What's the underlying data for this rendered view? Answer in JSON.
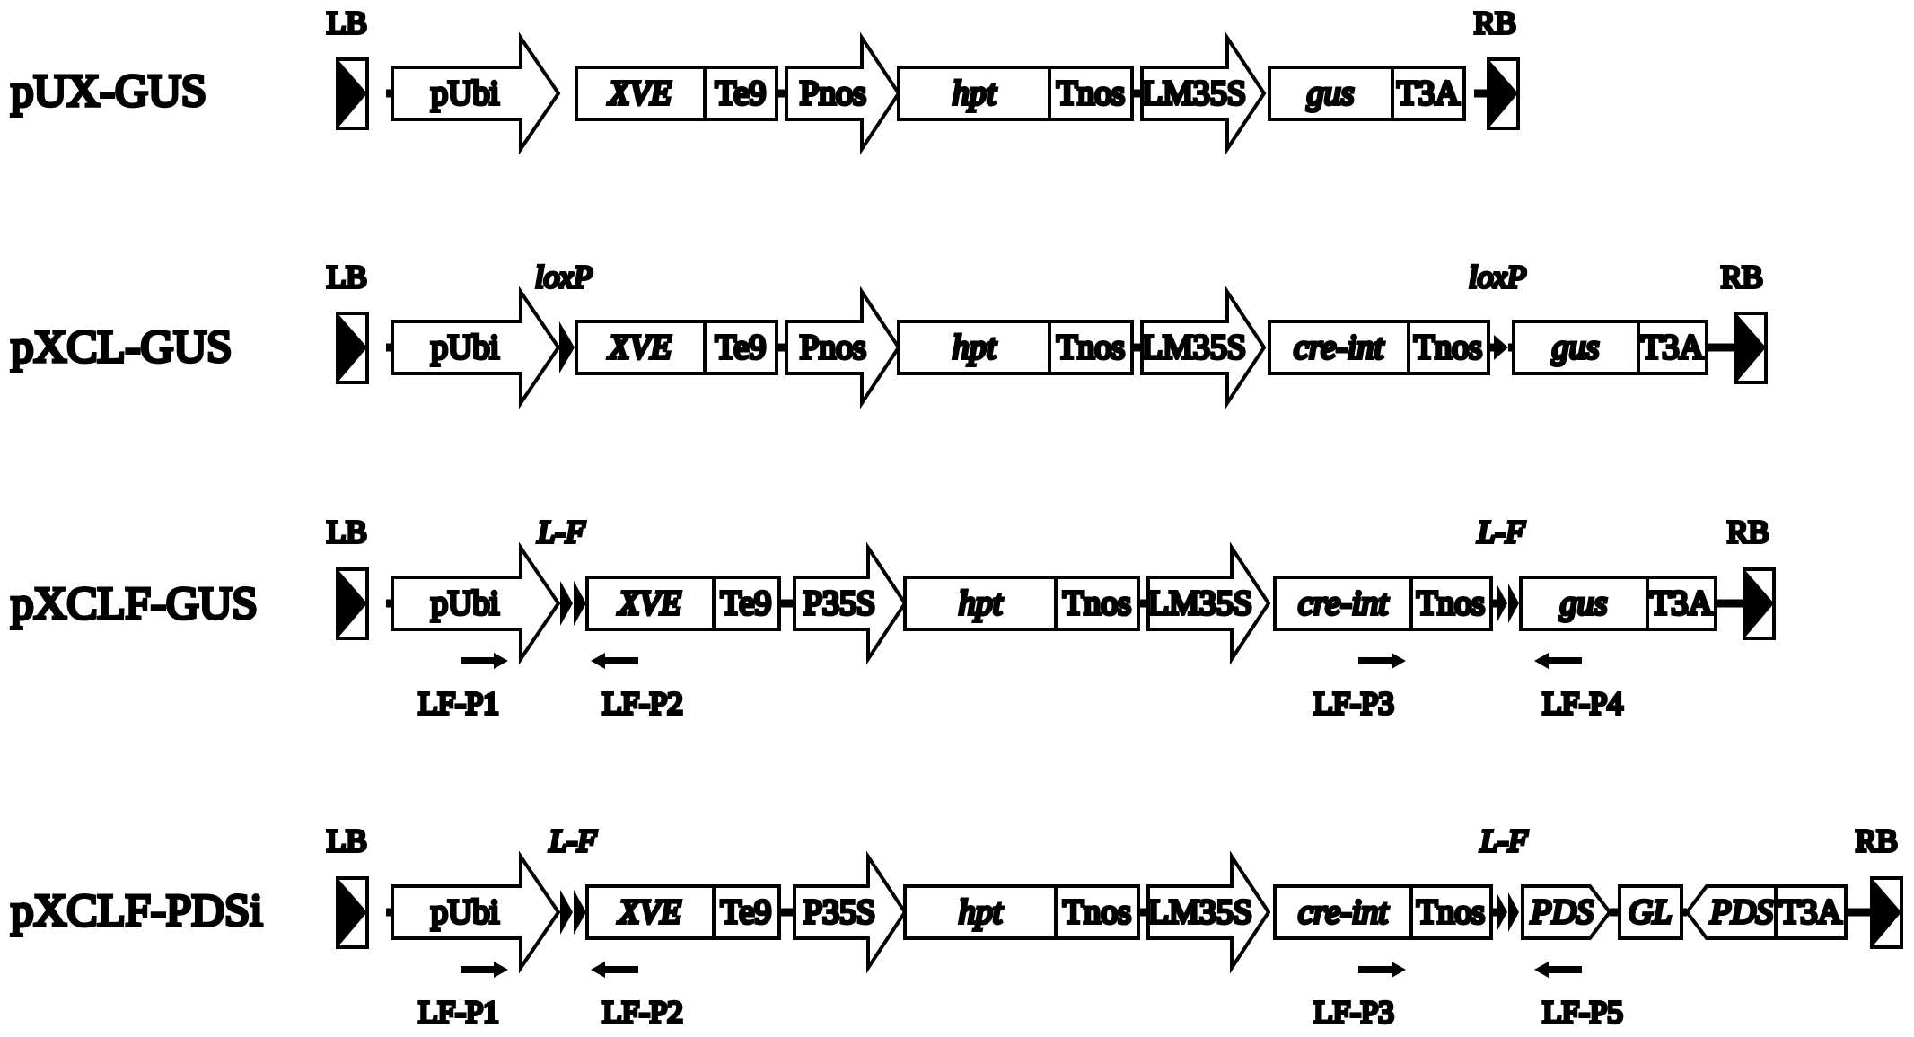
{
  "colors": {
    "ink": "#000000",
    "background": "#ffffff"
  },
  "constructs": [
    {
      "name": "pUX-GUS",
      "border_left": "LB",
      "border_right": "RB",
      "elements": [
        {
          "label": "pUbi",
          "kind": "promoter"
        },
        {
          "label": "XVE",
          "kind": "gene",
          "italic": true
        },
        {
          "label": "Te9",
          "kind": "terminator"
        },
        {
          "label": "Pnos",
          "kind": "promoter"
        },
        {
          "label": "hpt",
          "kind": "gene",
          "italic": true
        },
        {
          "label": "Tnos",
          "kind": "terminator"
        },
        {
          "label": "LM35S",
          "kind": "promoter"
        },
        {
          "label": "gus",
          "kind": "gene",
          "italic": true
        },
        {
          "label": "T3A",
          "kind": "terminator"
        }
      ],
      "site_labels": [],
      "primers": []
    },
    {
      "name": "pXCL-GUS",
      "border_left": "LB",
      "border_right": "RB",
      "elements": [
        {
          "label": "pUbi",
          "kind": "promoter"
        },
        {
          "label": "",
          "kind": "site",
          "site": "loxP"
        },
        {
          "label": "XVE",
          "kind": "gene",
          "italic": true
        },
        {
          "label": "Te9",
          "kind": "terminator"
        },
        {
          "label": "Pnos",
          "kind": "promoter"
        },
        {
          "label": "hpt",
          "kind": "gene",
          "italic": true
        },
        {
          "label": "Tnos",
          "kind": "terminator"
        },
        {
          "label": "LM35S",
          "kind": "promoter"
        },
        {
          "label": "cre-int",
          "kind": "gene",
          "italic": true
        },
        {
          "label": "Tnos",
          "kind": "terminator"
        },
        {
          "label": "",
          "kind": "site",
          "site": "loxP"
        },
        {
          "label": "gus",
          "kind": "gene",
          "italic": true
        },
        {
          "label": "T3A",
          "kind": "terminator"
        }
      ],
      "site_labels": [
        "loxP",
        "loxP"
      ],
      "primers": []
    },
    {
      "name": "pXCLF-GUS",
      "border_left": "LB",
      "border_right": "RB",
      "elements": [
        {
          "label": "pUbi",
          "kind": "promoter"
        },
        {
          "label": "",
          "kind": "site",
          "site": "L-F"
        },
        {
          "label": "XVE",
          "kind": "gene",
          "italic": true
        },
        {
          "label": "Te9",
          "kind": "terminator"
        },
        {
          "label": "P35S",
          "kind": "promoter"
        },
        {
          "label": "hpt",
          "kind": "gene",
          "italic": true
        },
        {
          "label": "Tnos",
          "kind": "terminator"
        },
        {
          "label": "LM35S",
          "kind": "promoter"
        },
        {
          "label": "cre-int",
          "kind": "gene",
          "italic": true
        },
        {
          "label": "Tnos",
          "kind": "terminator"
        },
        {
          "label": "",
          "kind": "site",
          "site": "L-F"
        },
        {
          "label": "gus",
          "kind": "gene",
          "italic": true
        },
        {
          "label": "T3A",
          "kind": "terminator"
        }
      ],
      "site_labels": [
        "L-F",
        "L-F"
      ],
      "primers": [
        {
          "label": "LF-P1",
          "direction": "right"
        },
        {
          "label": "LF-P2",
          "direction": "left"
        },
        {
          "label": "LF-P3",
          "direction": "right"
        },
        {
          "label": "LF-P4",
          "direction": "left"
        }
      ]
    },
    {
      "name": "pXCLF-PDSi",
      "border_left": "LB",
      "border_right": "RB",
      "elements": [
        {
          "label": "pUbi",
          "kind": "promoter"
        },
        {
          "label": "",
          "kind": "site",
          "site": "L-F"
        },
        {
          "label": "XVE",
          "kind": "gene",
          "italic": true
        },
        {
          "label": "Te9",
          "kind": "terminator"
        },
        {
          "label": "P35S",
          "kind": "promoter"
        },
        {
          "label": "hpt",
          "kind": "gene",
          "italic": true
        },
        {
          "label": "Tnos",
          "kind": "terminator"
        },
        {
          "label": "LM35S",
          "kind": "promoter"
        },
        {
          "label": "cre-int",
          "kind": "gene",
          "italic": true
        },
        {
          "label": "Tnos",
          "kind": "terminator"
        },
        {
          "label": "",
          "kind": "site",
          "site": "L-F"
        },
        {
          "label": "PDS",
          "kind": "gene",
          "italic": true,
          "orientation": "sense"
        },
        {
          "label": "GL",
          "kind": "gene",
          "italic": true
        },
        {
          "label": "PDS",
          "kind": "gene",
          "italic": true,
          "orientation": "antisense"
        },
        {
          "label": "T3A",
          "kind": "terminator"
        }
      ],
      "site_labels": [
        "L-F",
        "L-F"
      ],
      "primers": [
        {
          "label": "LF-P1",
          "direction": "right"
        },
        {
          "label": "LF-P2",
          "direction": "left"
        },
        {
          "label": "LF-P3",
          "direction": "right"
        },
        {
          "label": "LF-P5",
          "direction": "left"
        }
      ]
    }
  ]
}
